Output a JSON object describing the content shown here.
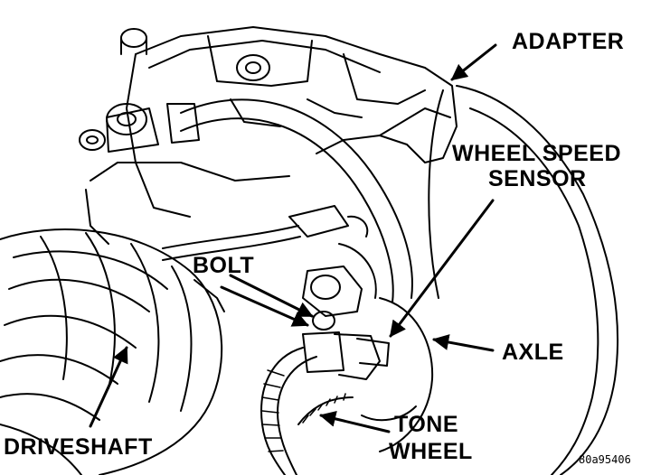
{
  "labels": {
    "adapter": "ADAPTER",
    "wheel_speed_line1": "WHEEL SPEED",
    "wheel_speed_line2": "SENSOR",
    "bolt": "BOLT",
    "axle": "AXLE",
    "tone_line1": "TONE",
    "tone_line2": "WHEEL",
    "driveshaft": "DRIVESHAFT"
  },
  "figure_code": "80a95406",
  "colors": {
    "ink": "#000000",
    "paper": "#ffffff"
  }
}
